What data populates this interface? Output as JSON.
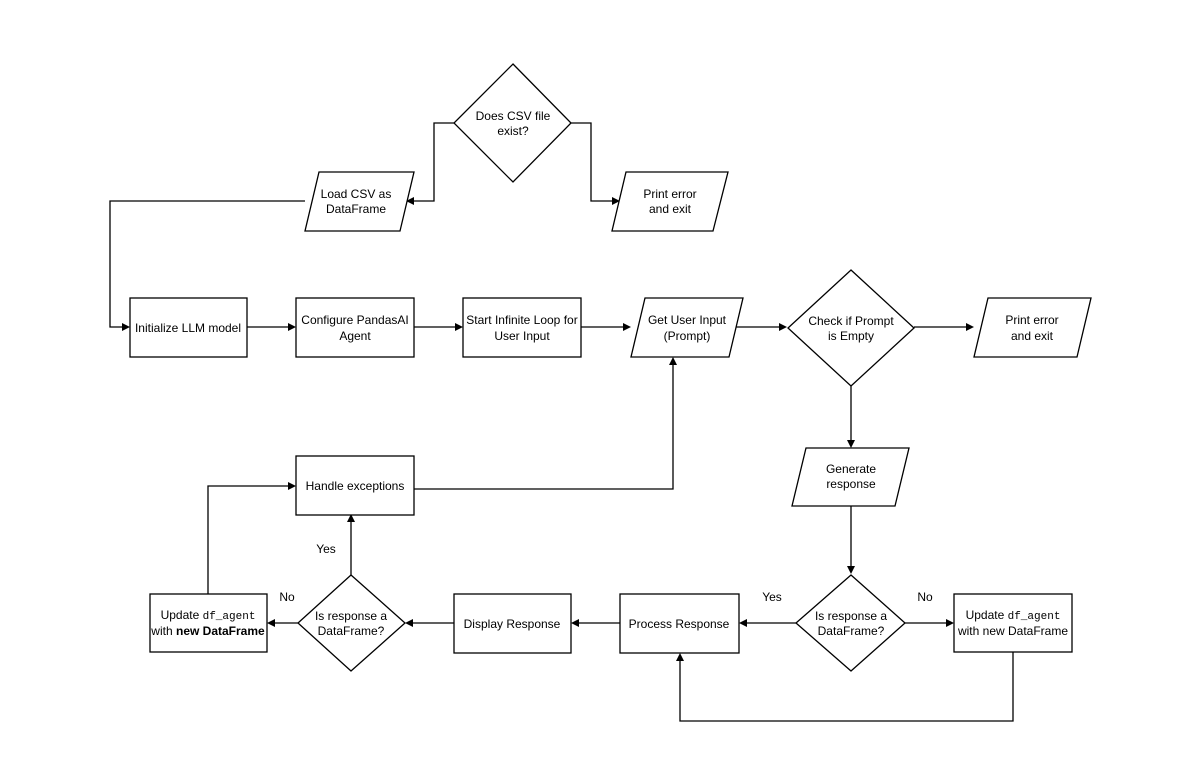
{
  "nodes": {
    "csv_exists": {
      "lines": [
        "Does CSV file",
        "exist?"
      ]
    },
    "load_csv": {
      "lines": [
        "Load CSV as",
        "DataFrame"
      ]
    },
    "print_error_top": {
      "lines": [
        "Print error",
        "and exit"
      ]
    },
    "init_llm": {
      "lines": [
        "Initialize LLM model"
      ]
    },
    "configure_agent": {
      "lines": [
        "Configure PandasAI",
        "Agent"
      ]
    },
    "start_loop": {
      "lines": [
        "Start Infinite Loop for",
        "User Input"
      ]
    },
    "get_input": {
      "lines": [
        "Get User Input",
        "(Prompt)"
      ]
    },
    "check_prompt": {
      "lines": [
        "Check if Prompt",
        "is Empty"
      ]
    },
    "print_error_right": {
      "lines": [
        "Print error",
        "and exit"
      ]
    },
    "generate_response": {
      "lines": [
        "Generate",
        "response"
      ]
    },
    "is_df_right": {
      "lines": [
        "Is response a",
        "DataFrame?"
      ]
    },
    "update_right": {
      "line1_text": "Update ",
      "line1_code": "df_agent",
      "line2": "with new DataFrame"
    },
    "process_response": {
      "lines": [
        "Process Response"
      ]
    },
    "display_response": {
      "lines": [
        "Display Response"
      ]
    },
    "is_df_left": {
      "lines": [
        "Is response a",
        "DataFrame?"
      ]
    },
    "update_left": {
      "line1_text": "Update ",
      "line1_code": "df_agent",
      "line2_prefix": "with ",
      "line2_bold": "new DataFrame"
    },
    "handle_exceptions": {
      "lines": [
        "Handle exceptions"
      ]
    }
  },
  "edge_labels": {
    "right_yes": "Yes",
    "right_no": "No",
    "left_yes": "Yes",
    "left_no": "No"
  }
}
